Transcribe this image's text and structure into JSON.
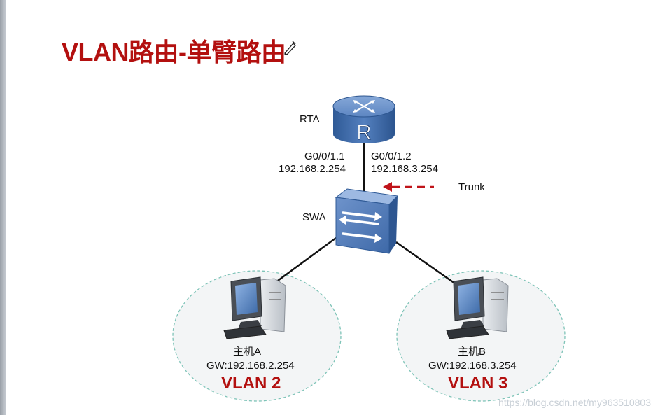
{
  "title": "VLAN路由-单臂路由",
  "router": {
    "name": "RTA",
    "glyph": "R"
  },
  "interfaces": [
    {
      "name": "G0/0/1.1",
      "ip": "192.168.2.254"
    },
    {
      "name": "G0/0/1.2",
      "ip": "192.168.3.254"
    }
  ],
  "trunk_label": "Trunk",
  "switch": {
    "name": "SWA"
  },
  "hosts": [
    {
      "name": "主机A",
      "gateway": "GW:192.168.2.254",
      "vlan": "VLAN 2"
    },
    {
      "name": "主机B",
      "gateway": "GW:192.168.3.254",
      "vlan": "VLAN 3"
    }
  ],
  "watermark": "https://blog.csdn.net/my963510803",
  "colors": {
    "title": "#b3100f",
    "vlan_text": "#b3100f",
    "trunk_arrow": "#c0141a",
    "device_blue": "#3d6aa8",
    "vlan_cloud_border": "#7fc4b8"
  }
}
